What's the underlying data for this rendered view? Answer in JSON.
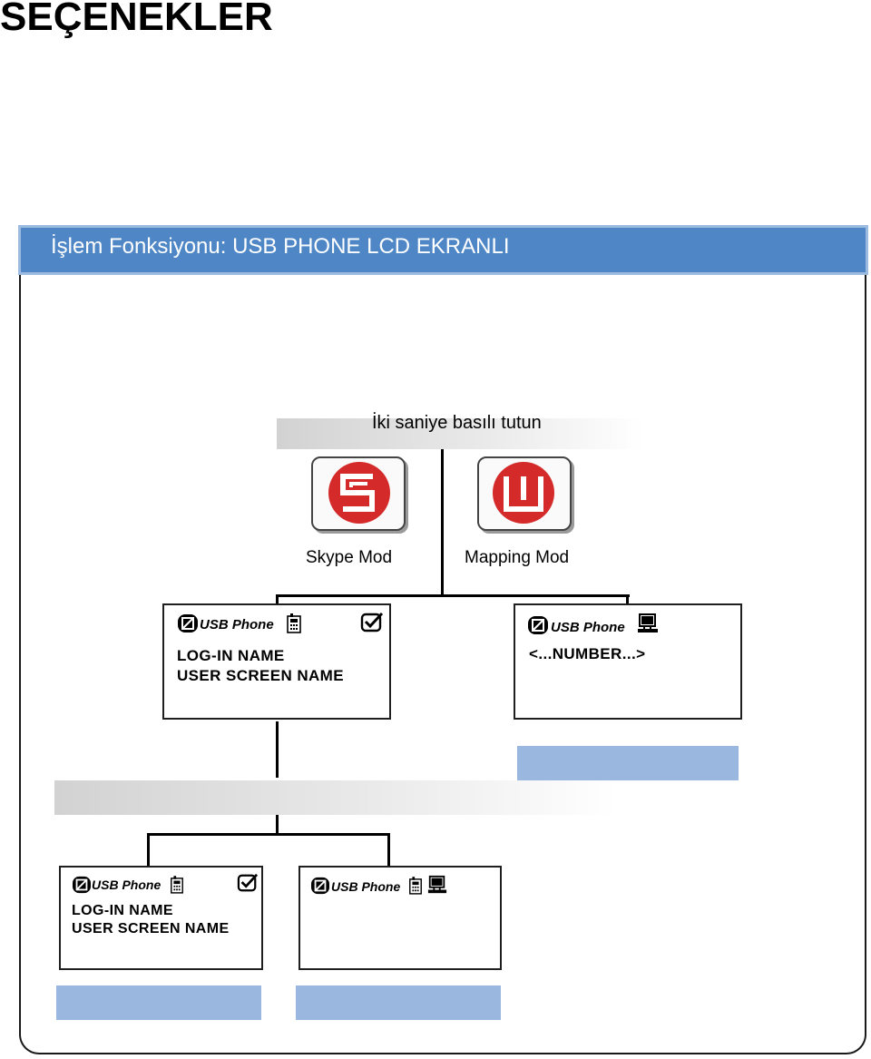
{
  "page_title": "SEÇENEKLER",
  "section": {
    "title": "İşlem Fonksiyonu: USB PHONE LCD EKRANLI"
  },
  "instruction": "İki saniye basılı tutun",
  "modes": {
    "skype": "Skype Mod",
    "mapping": "Mapping Mod"
  },
  "lcd": {
    "brand": "USB Phone",
    "skype_top": {
      "line1": "LOG-IN NAME",
      "line2": "USER SCREEN NAME"
    },
    "mapping": {
      "line1": "<...NUMBER...>"
    },
    "skype_sub_left": {
      "line1": "LOG-IN NAME",
      "line2": "USER SCREEN NAME"
    }
  },
  "colors": {
    "header_blue": "#4e86c6",
    "caption_blue": "#9ab7df",
    "logo_red": "#d42a2a"
  },
  "icons": [
    "usb-phone-logo-icon",
    "handset-icon",
    "checkbox-checked-icon",
    "computer-icon",
    "skype-s-button-icon",
    "mapping-m-button-icon"
  ]
}
